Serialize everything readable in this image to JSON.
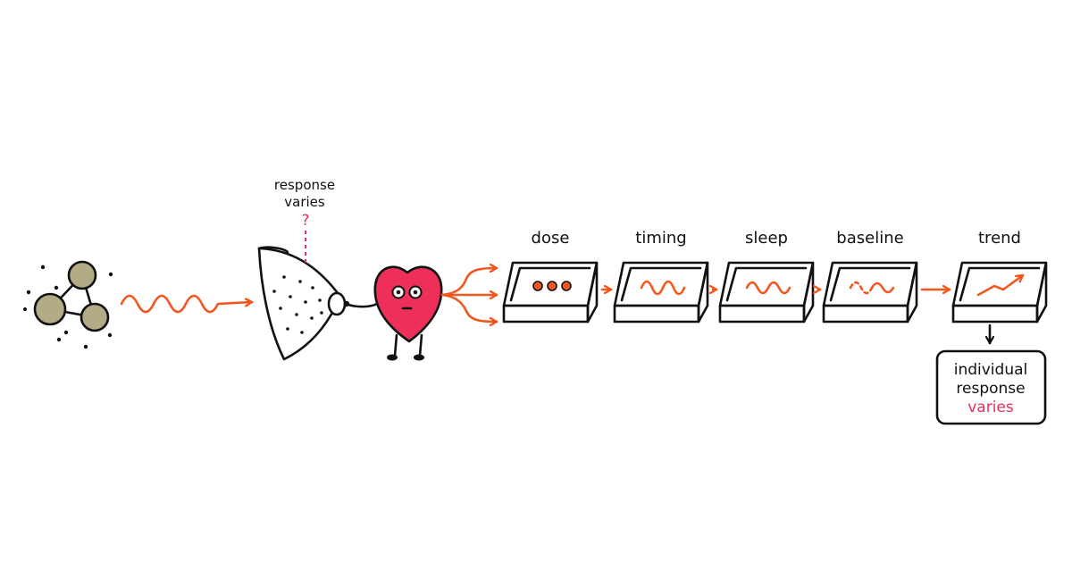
{
  "colors": {
    "accent_orange": "#f2571f",
    "heart_red": "#ee2f5a",
    "question_pink": "#e8305c",
    "molecule_fill": "#b3aa86"
  },
  "annotation": {
    "line1": "response",
    "line2": "varies",
    "mark": "?"
  },
  "steps": [
    {
      "label": "dose",
      "icon": "three-dots-icon"
    },
    {
      "label": "timing",
      "icon": "wave-icon"
    },
    {
      "label": "sleep",
      "icon": "wave-icon"
    },
    {
      "label": "baseline",
      "icon": "dashed-wave-icon"
    },
    {
      "label": "trend",
      "icon": "trend-arrow-icon"
    }
  ],
  "outcome": {
    "line1": "individual",
    "line2": "response",
    "line3": "varies"
  }
}
